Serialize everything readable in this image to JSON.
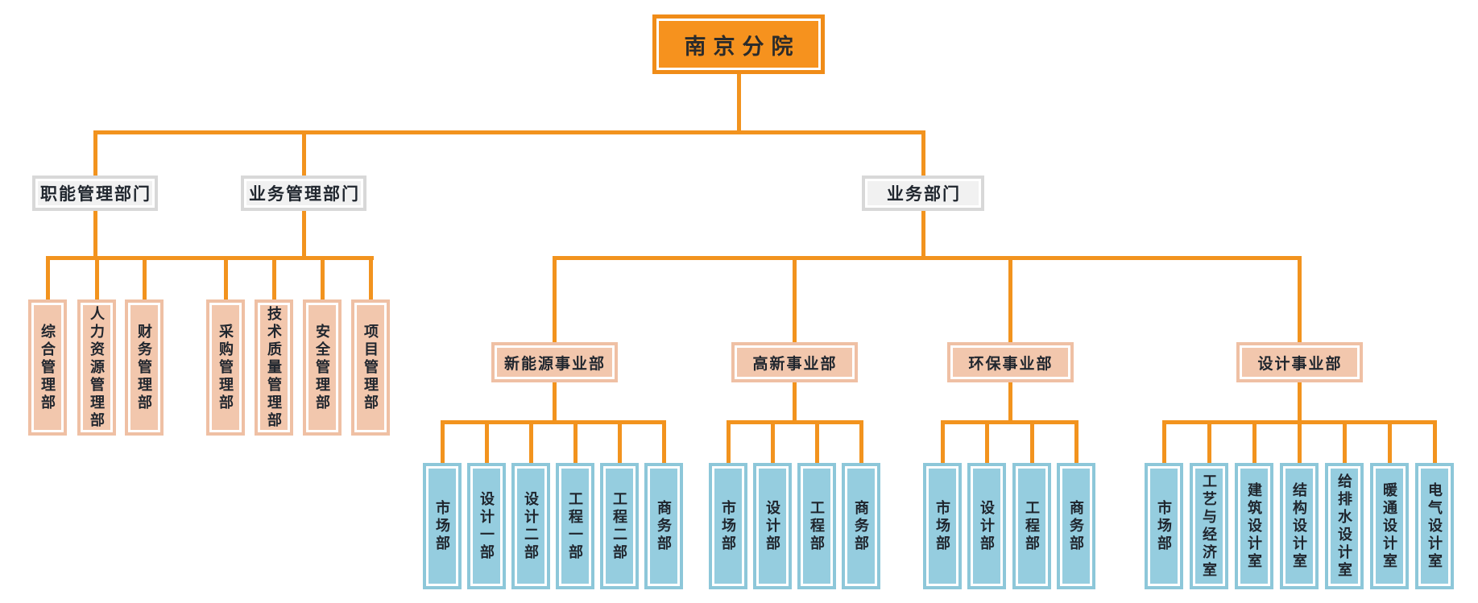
{
  "diagram": {
    "root": {
      "label": "南京分院"
    },
    "branches": [
      {
        "label": "职能管理部门",
        "departments": [
          "综合管理部",
          "人力资源管理部",
          "财务管理部"
        ]
      },
      {
        "label": "业务管理部门",
        "departments": [
          "采购管理部",
          "技术质量管理部",
          "安全管理部",
          "项目管理部"
        ]
      },
      {
        "label": "业务部门",
        "divisions": [
          {
            "label": "新能源事业部",
            "departments": [
              "市场部",
              "设计一部",
              "设计二部",
              "工程一部",
              "工程二部",
              "商务部"
            ]
          },
          {
            "label": "高新事业部",
            "departments": [
              "市场部",
              "设计部",
              "工程部",
              "商务部"
            ]
          },
          {
            "label": "环保事业部",
            "departments": [
              "市场部",
              "设计部",
              "工程部",
              "商务部"
            ]
          },
          {
            "label": "设计事业部",
            "departments": [
              "市场部",
              "工艺与经济室",
              "建筑设计室",
              "结构设计室",
              "给排水设计室",
              "暖通设计室",
              "电气设计室"
            ]
          }
        ]
      }
    ]
  },
  "colors": {
    "connector": "#F2931E",
    "root_fill": "#F6921E",
    "root_border": "#F08C18",
    "branch_fill": "#F1F1F1",
    "branch_border": "#D8D8D8",
    "department_fill": "#F2C7AD",
    "department_border": "#EFC0A4",
    "unit_fill": "#95CDDF",
    "unit_border": "#8DC7D9",
    "text": "#20262E"
  }
}
